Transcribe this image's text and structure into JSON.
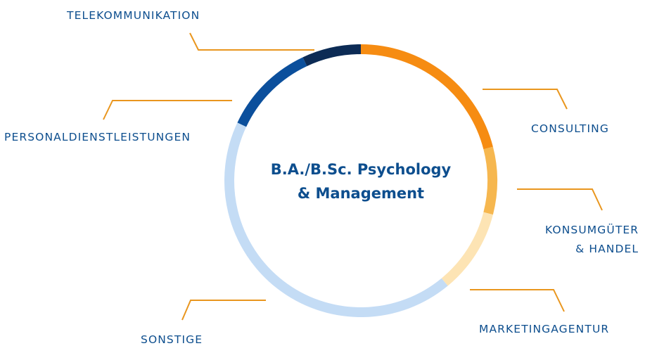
{
  "chart_data": {
    "type": "pie",
    "title": [
      "B.A./B.Sc. Psychology",
      "& Management"
    ],
    "segments": [
      {
        "label": "CONSULTING",
        "share": 0.21,
        "color": "#f68c12"
      },
      {
        "label": [
          "KONSUMGÜTER",
          "& HANDEL"
        ],
        "share": 0.08,
        "color": "#f6b74f"
      },
      {
        "label": "MARKETINGAGENTUR",
        "share": 0.1,
        "color": "#fde4b4"
      },
      {
        "label": "SONSTIGE",
        "share": 0.43,
        "color": "#c4dcf5"
      },
      {
        "label": "PERSONALDIENSTLEISTUNGEN",
        "share": 0.11,
        "color": "#0b4f9c"
      },
      {
        "label": "TELEKOMMUNIKATION",
        "share": 0.07,
        "color": "#0c2b55"
      }
    ],
    "leader_color": "#e9961e"
  }
}
